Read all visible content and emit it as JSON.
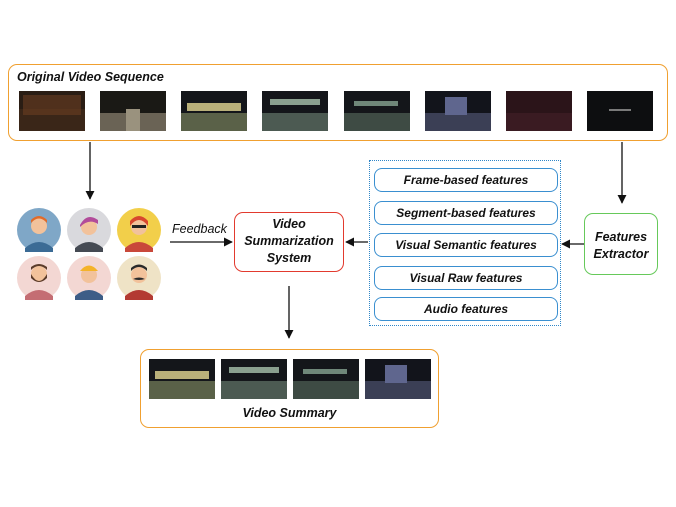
{
  "original_sequence": {
    "title": "Original Video Sequence"
  },
  "features_extractor": {
    "label_line1": "Features",
    "label_line2": "Extractor"
  },
  "feature_list": [
    "Frame-based features",
    "Segment-based features",
    "Visual Semantic  features",
    "Visual Raw  features",
    "Audio features"
  ],
  "system": {
    "line1": "Video",
    "line2": "Summarization",
    "line3": "System"
  },
  "feedback_label": "Feedback",
  "summary": {
    "title": "Video Summary"
  },
  "avatars": [
    {
      "name": "orange-hair-man",
      "bg": "#7fa7c7"
    },
    {
      "name": "purple-hair-woman",
      "bg": "#d9d9dd"
    },
    {
      "name": "red-hair-man-glasses",
      "bg": "#f2cf4a"
    },
    {
      "name": "bearded-man",
      "bg": "#f3d7d3"
    },
    {
      "name": "hardhat-worker",
      "bg": "#f3d7d3"
    },
    {
      "name": "mustache-man",
      "bg": "#efe3c6"
    }
  ]
}
